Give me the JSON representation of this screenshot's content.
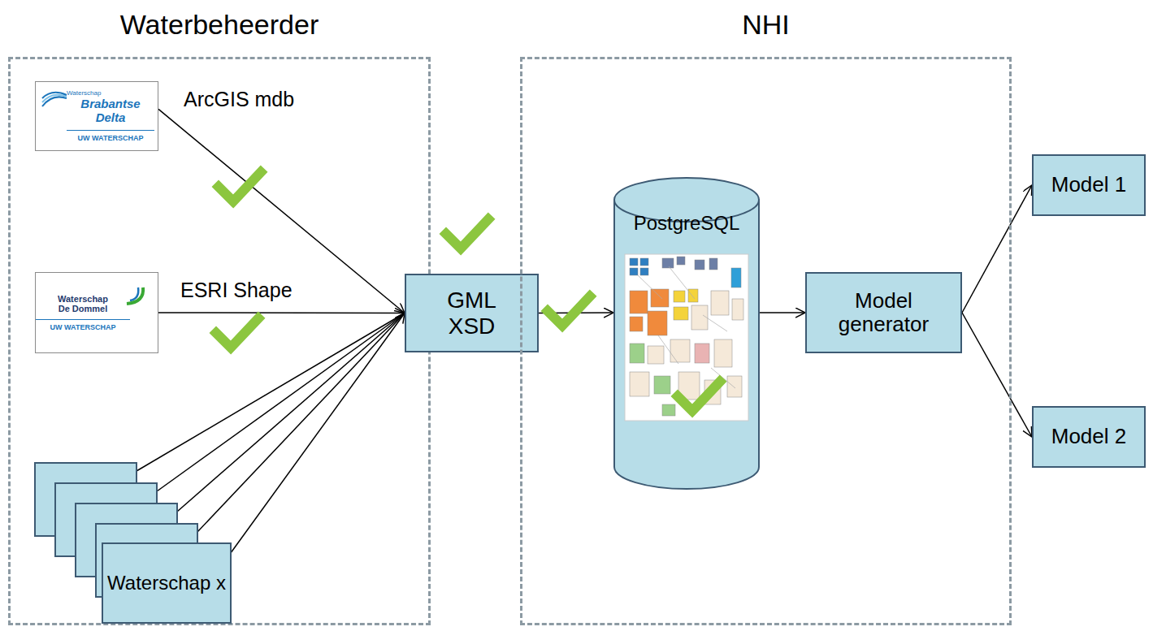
{
  "diagram": {
    "nodes": [
      {
        "text": [
          "Waterbeheerder"
        ]
      },
      {
        "text": [
          "Waterschap",
          "Brabantse Delta",
          "UW WATERSCHAP"
        ],
        "in": 0
      },
      {
        "text": [
          "Waterschap De Dommel",
          "UW WATERSCHAP"
        ],
        "in": 0
      },
      {
        "text": [
          "Waterschap x"
        ],
        "in": 0
      },
      {
        "text": [
          "GML XSD"
        ]
      },
      {
        "text": [
          "NHI"
        ]
      },
      {
        "text": [
          "PostgreSQL"
        ],
        "in": 5
      },
      {
        "text": [
          "Model generator"
        ],
        "in": 5
      },
      {
        "text": [
          "Model 1"
        ]
      },
      {
        "text": [
          "Model 2"
        ]
      }
    ],
    "edges": [
      {
        "from": 1,
        "to": 4,
        "arrow": "to"
      },
      {
        "from": 2,
        "to": 4,
        "arrow": "to"
      },
      {
        "from": 3,
        "to": 4,
        "arrow": "to"
      },
      {
        "from": 4,
        "to": 6,
        "arrow": "to"
      },
      {
        "from": 6,
        "to": 7,
        "arrow": "to"
      },
      {
        "from": 7,
        "to": 8,
        "arrow": "to"
      },
      {
        "from": 7,
        "to": 9,
        "arrow": "to"
      }
    ],
    "labels": [
      "ArcGIS mdb",
      "ESRI Shape"
    ]
  }
}
